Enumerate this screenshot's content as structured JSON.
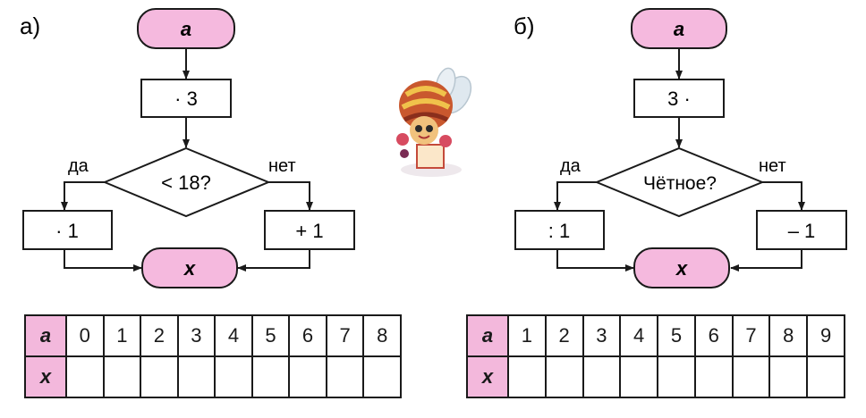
{
  "colors": {
    "accent_pink": "#f5b9de",
    "stroke": "#1a1a1a"
  },
  "left": {
    "label": "а)",
    "start": "a",
    "op1": "· 3",
    "condition": "< 18?",
    "yes": "да",
    "no": "нет",
    "yes_op": "· 1",
    "no_op": "+ 1",
    "end": "x",
    "table": {
      "row_a_label": "a",
      "row_x_label": "x",
      "values": [
        "0",
        "1",
        "2",
        "3",
        "4",
        "5",
        "6",
        "7",
        "8"
      ]
    }
  },
  "right": {
    "label": "б)",
    "start": "a",
    "op1": "3 ·",
    "condition": "Чётное?",
    "yes": "да",
    "no": "нет",
    "yes_op": ": 1",
    "no_op": "– 1",
    "end": "x",
    "table": {
      "row_a_label": "a",
      "row_x_label": "x",
      "values": [
        "1",
        "2",
        "3",
        "4",
        "5",
        "6",
        "7",
        "8",
        "9"
      ]
    }
  },
  "mascot": {
    "icon": "bee-mascot-icon"
  }
}
